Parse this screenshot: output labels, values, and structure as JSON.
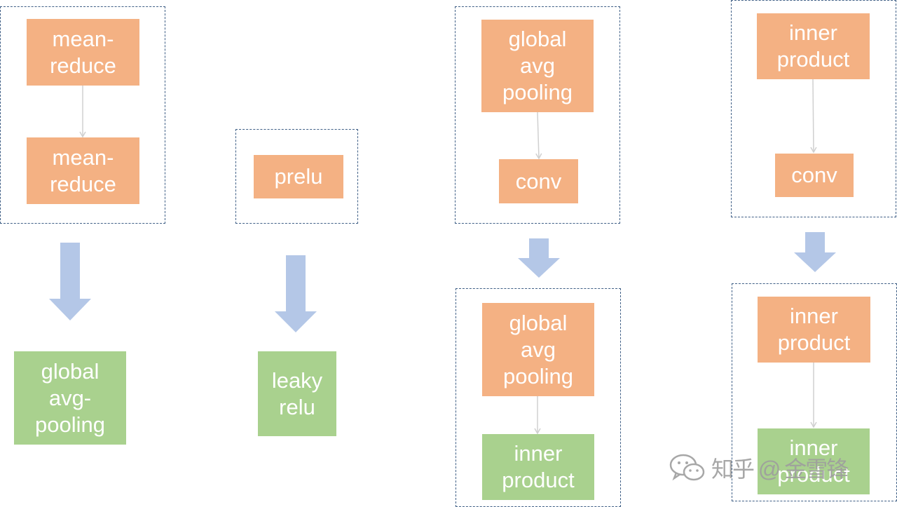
{
  "nodes": {
    "mean_reduce_1": "mean-\nreduce",
    "mean_reduce_2": "mean-\nreduce",
    "global_avg_pooling_result": "global\navg-\npooling",
    "prelu": "prelu",
    "leaky_relu": "leaky\nrelu",
    "global_avg_pooling_a": "global\navg\npooling",
    "conv_a": "conv",
    "global_avg_pooling_b": "global\navg\npooling",
    "inner_product_result_a": "inner\nproduct",
    "inner_product_a": "inner\nproduct",
    "conv_b": "conv",
    "inner_product_b": "inner\nproduct",
    "inner_product_result_b": "inner\nproduct"
  },
  "colors": {
    "source_node": "#f4b183",
    "result_node": "#a9d18e",
    "transform_arrow": "#b4c7e7",
    "group_border": "#3f5f86",
    "edge": "#d0d0d0"
  },
  "watermark": {
    "icon": "wechat-icon",
    "text": "知乎 @ 金雪锋"
  }
}
